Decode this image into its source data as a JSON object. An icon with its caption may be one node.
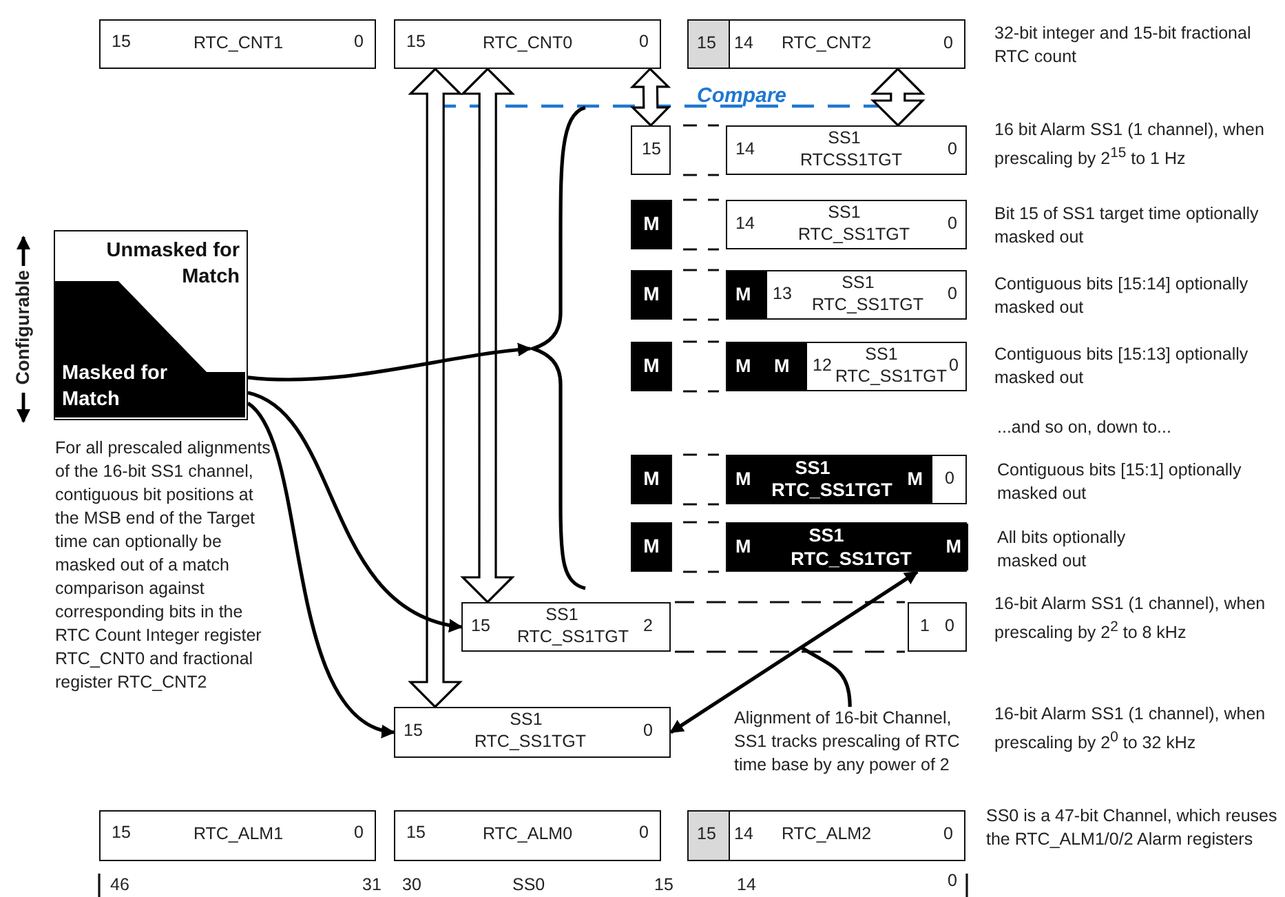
{
  "diagram": {
    "nodes": [
      {
        "text": [
          "15",
          "RTC_CNT1",
          "0"
        ]
      },
      {
        "text": [
          "15",
          "RTC_CNT0",
          "0"
        ]
      },
      {
        "text": [
          "15",
          "14",
          "RTC_CNT2",
          "0"
        ]
      },
      {
        "text": [
          "15"
        ]
      },
      {
        "text": [
          "14",
          "SS1",
          "RTCSS1TGT",
          "0"
        ]
      },
      {
        "text": [
          "M"
        ]
      },
      {
        "text": [
          "14",
          "SS1",
          "RTC_SS1TGT",
          "0"
        ]
      },
      {
        "text": [
          "M"
        ]
      },
      {
        "text": [
          "M",
          "13",
          "SS1",
          "RTC_SS1TGT",
          "0"
        ]
      },
      {
        "text": [
          "M"
        ]
      },
      {
        "text": [
          "M",
          "M",
          "12",
          "SS1",
          "RTC_SS1TGT",
          "0"
        ]
      },
      {
        "text": [
          "M"
        ]
      },
      {
        "text": [
          "M",
          "SS1",
          "RTC_SS1TGT",
          "M",
          "0"
        ]
      },
      {
        "text": [
          "M"
        ]
      },
      {
        "text": [
          "M",
          "SS1",
          "RTC_SS1TGT",
          "M"
        ]
      },
      {
        "text": [
          "Unmasked for Match",
          "Masked for Match"
        ]
      },
      {
        "text": [],
        "shape": "brace"
      },
      {
        "text": [
          "15",
          "SS1",
          "RTC_SS1TGT",
          "2"
        ]
      },
      {
        "text": [
          "1",
          "0"
        ]
      },
      {
        "text": [
          "Alignment of 16-bit Channel, SS1 tracks prescaling of RTC time base by any power of 2"
        ]
      },
      {
        "text": [
          "15",
          "SS1",
          "RTC_SS1TGT",
          "0"
        ]
      },
      {
        "text": [
          "15",
          "RTC_ALM1",
          "0"
        ]
      },
      {
        "text": [
          "15",
          "RTC_ALM0",
          "0"
        ]
      },
      {
        "text": [
          "15",
          "14",
          "RTC_ALM2",
          "0"
        ]
      }
    ],
    "edges": [
      {
        "from": 1,
        "to": 3,
        "arrow": "both",
        "style": "thick"
      },
      {
        "from": 2,
        "to": 4,
        "arrow": "both",
        "style": "thick"
      },
      {
        "from": 1,
        "to": 20,
        "arrow": "both",
        "style": "thick"
      },
      {
        "from": 1,
        "to": 17,
        "arrow": "both",
        "style": "thick"
      },
      {
        "from": 15,
        "to": 16,
        "arrow": "to"
      },
      {
        "from": 15,
        "to": 17,
        "arrow": "to"
      },
      {
        "from": 15,
        "to": 20,
        "arrow": "to"
      },
      {
        "from": 14,
        "to": 20,
        "arrow": "both"
      },
      {
        "from": 19,
        "to": null,
        "arrow": "none"
      }
    ],
    "labels": [
      "32-bit integer and 15-bit fractional RTC count",
      "Compare",
      "16 bit Alarm SS1 (1 channel), when prescaling by 2$^{15}$ to 1 Hz",
      "Bit 15 of SS1 target time optionally masked out",
      "Contiguous bits [15:14] optionally masked out",
      "Contiguous bits [15:13] optionally masked out",
      "...and so on, down to...",
      "Contiguous bits [15:1] optionally masked out",
      "All bits optionally masked out",
      "Configurable",
      "For all prescaled alignments of the 16-bit SS1 channel, contiguous bit positions at the MSB end of the Target time can optionally be masked out of a match comparison against corresponding bits in the RTC Count Integer register RTC_CNT0 and fractional register RTC_CNT2",
      "16-bit Alarm SS1 (1 channel), when prescaling by 2$^{2}$ to 8 kHz",
      "16-bit Alarm SS1 (1 channel), when prescaling by 2$^{0}$ to 32 kHz",
      "SS0 is a 47-bit Channel, which reuses the RTC_ALM1/0/2 Alarm registers",
      "46",
      "31",
      "30",
      "SS0",
      "15",
      "14",
      "0"
    ]
  }
}
